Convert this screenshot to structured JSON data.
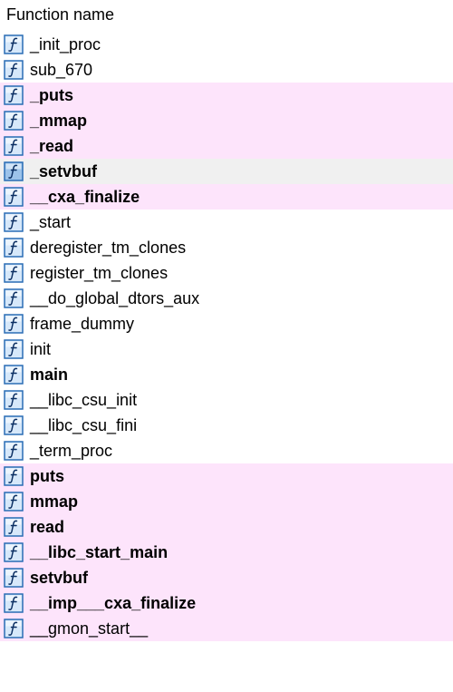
{
  "header": {
    "title": "Function name"
  },
  "colors": {
    "imported_bg": "#fde4fb",
    "selected_bg": "#f0f0f0",
    "icon_border": "#2a6db5",
    "icon_fill": "#d6e8fa"
  },
  "functions": [
    {
      "name": "_init_proc",
      "bold": false,
      "imported": false,
      "selected": false,
      "icon": "function-icon"
    },
    {
      "name": "sub_670",
      "bold": false,
      "imported": false,
      "selected": false,
      "icon": "function-icon"
    },
    {
      "name": "_puts",
      "bold": true,
      "imported": true,
      "selected": false,
      "icon": "function-icon"
    },
    {
      "name": "_mmap",
      "bold": true,
      "imported": true,
      "selected": false,
      "icon": "function-icon"
    },
    {
      "name": "_read",
      "bold": true,
      "imported": true,
      "selected": false,
      "icon": "function-icon"
    },
    {
      "name": "_setvbuf",
      "bold": true,
      "imported": false,
      "selected": true,
      "icon": "function-icon"
    },
    {
      "name": "__cxa_finalize",
      "bold": true,
      "imported": true,
      "selected": false,
      "icon": "function-icon"
    },
    {
      "name": "_start",
      "bold": false,
      "imported": false,
      "selected": false,
      "icon": "function-icon"
    },
    {
      "name": "deregister_tm_clones",
      "bold": false,
      "imported": false,
      "selected": false,
      "icon": "function-icon"
    },
    {
      "name": "register_tm_clones",
      "bold": false,
      "imported": false,
      "selected": false,
      "icon": "function-icon"
    },
    {
      "name": "__do_global_dtors_aux",
      "bold": false,
      "imported": false,
      "selected": false,
      "icon": "function-icon"
    },
    {
      "name": "frame_dummy",
      "bold": false,
      "imported": false,
      "selected": false,
      "icon": "function-icon"
    },
    {
      "name": "init",
      "bold": false,
      "imported": false,
      "selected": false,
      "icon": "function-icon"
    },
    {
      "name": "main",
      "bold": true,
      "imported": false,
      "selected": false,
      "icon": "function-icon"
    },
    {
      "name": "__libc_csu_init",
      "bold": false,
      "imported": false,
      "selected": false,
      "icon": "function-icon"
    },
    {
      "name": "__libc_csu_fini",
      "bold": false,
      "imported": false,
      "selected": false,
      "icon": "function-icon"
    },
    {
      "name": "_term_proc",
      "bold": false,
      "imported": false,
      "selected": false,
      "icon": "function-icon"
    },
    {
      "name": "puts",
      "bold": true,
      "imported": true,
      "selected": false,
      "icon": "function-icon"
    },
    {
      "name": "mmap",
      "bold": true,
      "imported": true,
      "selected": false,
      "icon": "function-icon"
    },
    {
      "name": "read",
      "bold": true,
      "imported": true,
      "selected": false,
      "icon": "function-icon"
    },
    {
      "name": "__libc_start_main",
      "bold": true,
      "imported": true,
      "selected": false,
      "icon": "function-icon"
    },
    {
      "name": "setvbuf",
      "bold": true,
      "imported": true,
      "selected": false,
      "icon": "function-icon"
    },
    {
      "name": "__imp___cxa_finalize",
      "bold": true,
      "imported": true,
      "selected": false,
      "icon": "function-icon"
    },
    {
      "name": "__gmon_start__",
      "bold": false,
      "imported": true,
      "selected": false,
      "icon": "function-icon"
    }
  ]
}
